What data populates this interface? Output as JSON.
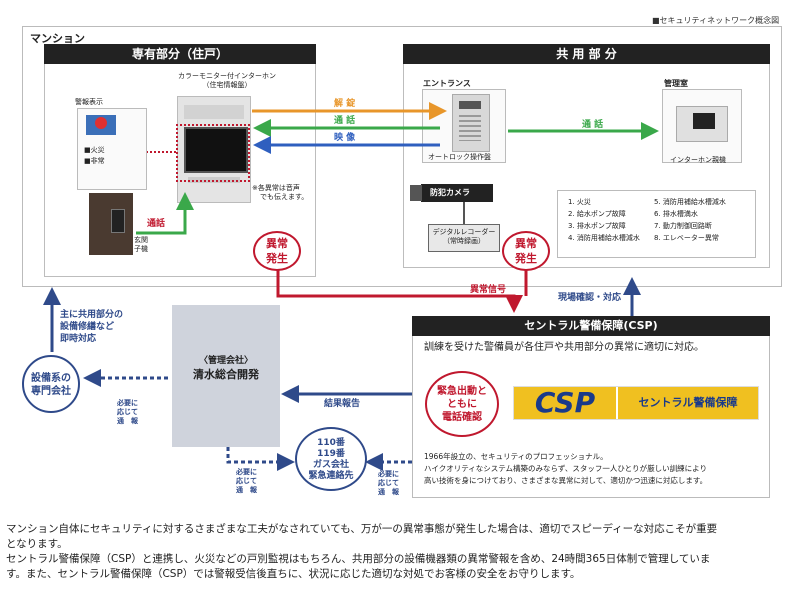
{
  "figure_label": "■セキュリティネットワーク概念図",
  "mansion_label": "マンション",
  "private_section": {
    "title": "専有部分（住戸）",
    "monitor_label_1": "カラーモニター付インターホン",
    "monitor_label_2": "（住宅情報盤）",
    "alarm_display_label": "警報表示",
    "alarm_items": [
      "■火災",
      "■非常"
    ],
    "monitor_note_1": "※各異常は音声",
    "monitor_note_2": "でも伝えます。",
    "door_label_1": "玄関",
    "door_label_2": "子機",
    "door_call": "通話"
  },
  "signals": {
    "unlock": "解 錠",
    "call": "通 話",
    "video": "映 像"
  },
  "common_section": {
    "title": "共 用 部 分",
    "entrance_label": "エントランス",
    "autolock_label": "オートロック操作盤",
    "office_label": "管理室",
    "intercom_label": "インターホン親機",
    "office_call": "通 話",
    "camera_label": "防犯カメラ",
    "recorder_label_1": "デジタルレコーダー",
    "recorder_label_2": "（常時録画）",
    "anomaly_list_left": [
      "1. 火災",
      "2. 給水ポンプ故障",
      "3. 排水ポンプ故障",
      "4. 消防用補給水槽減水"
    ],
    "anomaly_list_right": [
      "5. 消防用補給水槽減水",
      "6. 排水槽満水",
      "7. 動力制御回路断",
      "8. エレベーター異常"
    ]
  },
  "anomaly_badge_1": [
    "異常",
    "発生"
  ],
  "anomaly_badge_2": [
    "異常",
    "発生"
  ],
  "anomaly_signal": "異常信号",
  "site_check": "現場確認・対応",
  "maintenance_note": [
    "主に共用部分の",
    "設備修繕など",
    "即時対応"
  ],
  "equipment_company": [
    "設備系の",
    "専門会社"
  ],
  "as_needed_1": [
    "必要に",
    "応じて",
    "通　報"
  ],
  "management": {
    "label_1": "〈管理会社〉",
    "label_2": "清水総合開発"
  },
  "result_report": "結果報告",
  "emergency_contacts": [
    "110番",
    "119番",
    "ガス会社",
    "緊急連絡先"
  ],
  "as_needed_2": [
    "必要に",
    "応じて",
    "通　報"
  ],
  "as_needed_3": [
    "必要に",
    "応じて",
    "通　報"
  ],
  "csp": {
    "title": "セントラル警備保障(CSP)",
    "subtitle": "訓練を受けた警備員が各住戸や共用部分の異常に適切に対応。",
    "dispatch": [
      "緊急出動と",
      "ともに",
      "電話確認"
    ],
    "logo_text": "CSP",
    "logo_name": "セントラル警備保障",
    "desc": [
      "1966年設立の、セキュリティのプロフェッショナル。",
      "ハイクオリティなシステム構築のみならず、スタッフ一人ひとりが厳しい訓練により",
      "高い技術を身につけており、さまざまな異常に対して、適切かつ迅速に対応します。"
    ]
  },
  "bottom_text": [
    "マンション自体にセキュリティに対するさまざまな工夫がなされていても、万が一の異常事態が発生した場合は、適切でスピーディーな対応こそが重要",
    "となります。",
    "セントラル警備保障（CSP）と連携し、火災などの戸別監視はもちろん、共用部分の設備機器類の異常警報を含め、24時間365日体制で管理していま",
    "す。また、セントラル警備保障（CSP）では警報受信後直ちに、状況に応じた適切な対処でお客様の安全をお守りします。"
  ],
  "colors": {
    "navy": "#2f4a8a",
    "red": "#c0182e",
    "orange": "#e8962a",
    "green": "#3aa84a",
    "blue_arrow": "#2f5fbf",
    "grey_panel": "#cfd3dc"
  }
}
